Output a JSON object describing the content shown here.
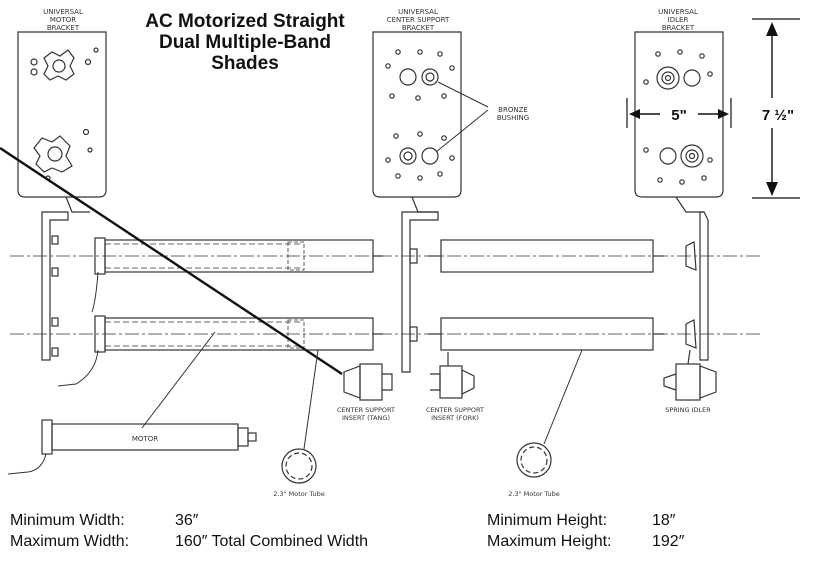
{
  "title": {
    "line1": "AC Motorized Straight",
    "line2": "Dual Multiple-Band",
    "line3": "Shades"
  },
  "brackets": {
    "motor": {
      "line1": "UNIVERSAL",
      "line2": "MOTOR",
      "line3": "BRACKET"
    },
    "center": {
      "line1": "UNIVERSAL",
      "line2": "CENTER SUPPORT",
      "line3": "BRACKET"
    },
    "idler": {
      "line1": "UNIVERSAL",
      "line2": "IDLER",
      "line3": "BRACKET"
    }
  },
  "labels": {
    "bronze_bushing_1": "BRONZE",
    "bronze_bushing_2": "BUSHING",
    "width_dimension": "5\"",
    "height_dimension": "7 ½\"",
    "motor": "MOTOR",
    "center_tang_1": "CENTER SUPPORT",
    "center_tang_2": "INSERT (TANG)",
    "center_fork_1": "CENTER SUPPORT",
    "center_fork_2": "INSERT (FORK)",
    "spring_idler": "SPRING IDLER",
    "motor_tube_left": "2.3\" Motor Tube",
    "motor_tube_right": "2.3\" Motor Tube"
  },
  "specs": {
    "min_width_label": "Minimum Width:",
    "min_width_value": "36″",
    "max_width_label": "Maximum Width:",
    "max_width_value": "160″ Total Combined Width",
    "min_height_label": "Minimum Height:",
    "min_height_value": "18″",
    "max_height_label": "Maximum Height:",
    "max_height_value": "192″"
  }
}
